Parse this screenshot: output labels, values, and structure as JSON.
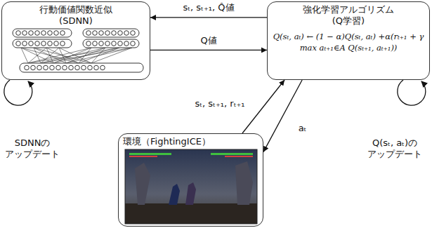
{
  "diagram": {
    "nodes": [
      {
        "text": [
          "行動価値関数近似 (SDNN)"
        ]
      },
      {
        "text": [
          "強化学習アルゴリズム (Q学習)",
          "Q(sₜ, aₜ) ← (1 − α)Q(sₜ, aₜ) +α(rₜ₊₁ + γ max aₜ₊₁∈A Q(sₜ₊₁, aₜ₊₁))"
        ]
      },
      {
        "text": [
          "環境（FightingICE）"
        ]
      }
    ],
    "edges": [
      {
        "from": 1,
        "to": 0,
        "label": "sₜ, sₜ₊₁, Q̂値",
        "arrow": "to"
      },
      {
        "from": 0,
        "to": 1,
        "label": "Q値",
        "arrow": "to"
      },
      {
        "from": 2,
        "to": 1,
        "label": "sₜ, sₜ₊₁, rₜ₊₁",
        "arrow": "to"
      },
      {
        "from": 1,
        "to": 2,
        "label": "aₜ",
        "arrow": "to"
      }
    ],
    "labels": [
      "SDNNの アップデート",
      "Q(sₜ, aₜ)の アップデート"
    ]
  }
}
